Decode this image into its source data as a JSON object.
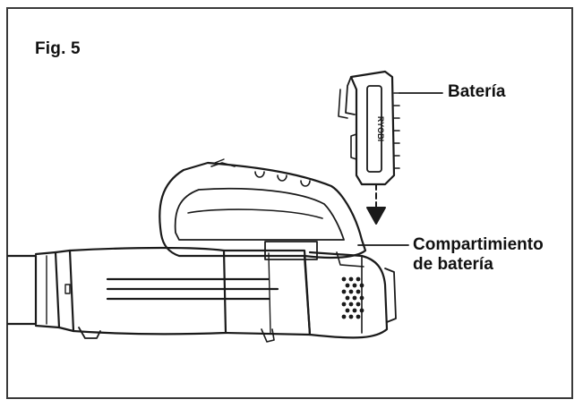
{
  "figure": {
    "label": "Fig. 5"
  },
  "callouts": {
    "battery": "Batería",
    "compartment_line1": "Compartimiento",
    "compartment_line2": "de batería"
  },
  "battery_imprint": "RYOBI",
  "colors": {
    "ink": "#1a1a1a",
    "frame": "#3a3a3a",
    "background": "#ffffff"
  }
}
